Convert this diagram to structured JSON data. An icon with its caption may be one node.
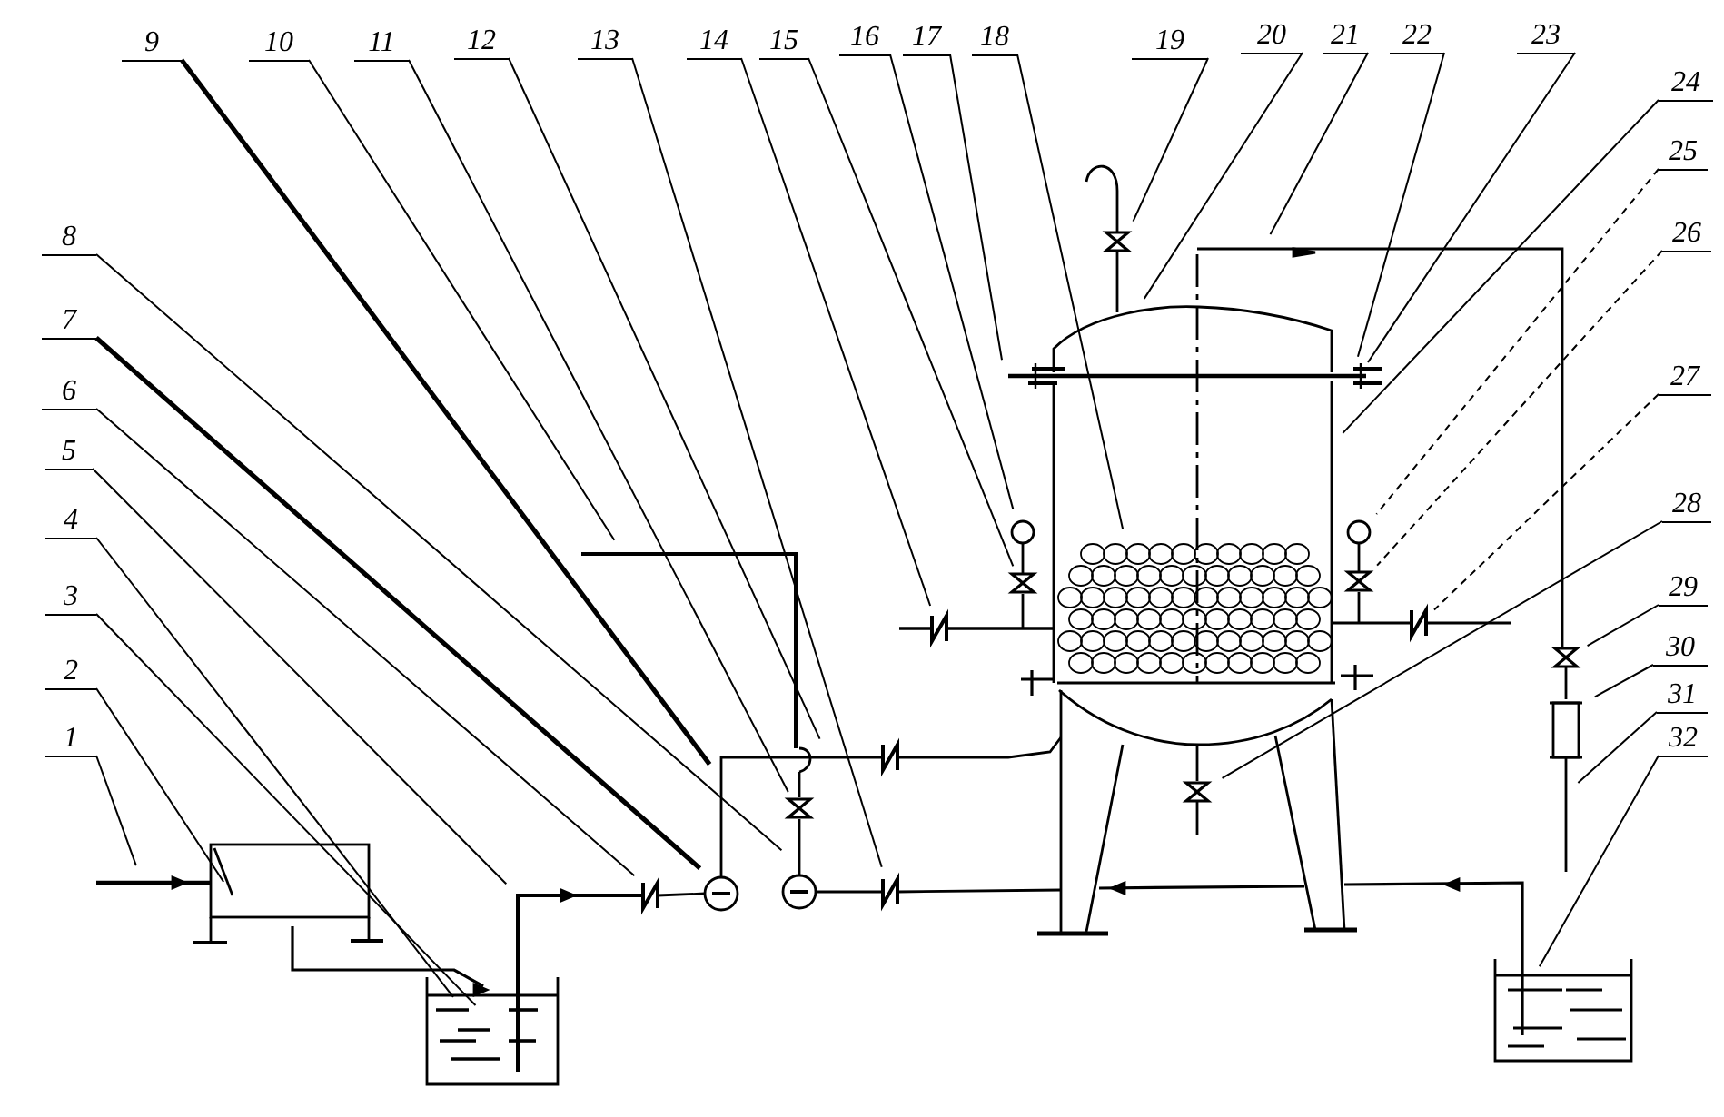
{
  "diagram": {
    "nodes": [
      {
        "text": [
          "1"
        ]
      },
      {
        "text": [
          "2"
        ]
      },
      {
        "text": [
          "3"
        ]
      },
      {
        "text": [
          "4"
        ]
      },
      {
        "text": [
          "5"
        ]
      },
      {
        "text": [
          "6"
        ]
      },
      {
        "text": [
          "7"
        ]
      },
      {
        "text": [
          "8"
        ]
      },
      {
        "text": [
          "9"
        ]
      },
      {
        "text": [
          "10"
        ]
      },
      {
        "text": [
          "11"
        ]
      },
      {
        "text": [
          "12"
        ]
      },
      {
        "text": [
          "13"
        ]
      },
      {
        "text": [
          "14"
        ]
      },
      {
        "text": [
          "15"
        ]
      },
      {
        "text": [
          "16"
        ]
      },
      {
        "text": [
          "17"
        ]
      },
      {
        "text": [
          "18"
        ]
      },
      {
        "text": [
          "19"
        ]
      },
      {
        "text": [
          "20"
        ]
      },
      {
        "text": [
          "21"
        ]
      },
      {
        "text": [
          "22"
        ]
      },
      {
        "text": [
          "23"
        ]
      },
      {
        "text": [
          "24"
        ]
      },
      {
        "text": [
          "25"
        ]
      },
      {
        "text": [
          "26"
        ]
      },
      {
        "text": [
          "27"
        ]
      },
      {
        "text": [
          "28"
        ]
      },
      {
        "text": [
          "29"
        ]
      },
      {
        "text": [
          "30"
        ]
      },
      {
        "text": [
          "31"
        ]
      },
      {
        "text": [
          "32"
        ]
      }
    ],
    "edges": [
      {
        "from": 0,
        "to": null,
        "arrow": "none"
      },
      {
        "from": 1,
        "to": null,
        "arrow": "none"
      },
      {
        "from": 2,
        "to": null,
        "arrow": "none"
      },
      {
        "from": 3,
        "to": null,
        "arrow": "none"
      },
      {
        "from": 4,
        "to": null,
        "arrow": "none"
      },
      {
        "from": 5,
        "to": null,
        "arrow": "none"
      },
      {
        "from": 6,
        "to": null,
        "arrow": "none",
        "style": "thick"
      },
      {
        "from": 7,
        "to": null,
        "arrow": "none"
      },
      {
        "from": 8,
        "to": null,
        "arrow": "none",
        "style": "thick"
      },
      {
        "from": 9,
        "to": null,
        "arrow": "none"
      },
      {
        "from": 10,
        "to": null,
        "arrow": "none"
      },
      {
        "from": 11,
        "to": null,
        "arrow": "none"
      },
      {
        "from": 12,
        "to": null,
        "arrow": "none"
      },
      {
        "from": 13,
        "to": null,
        "arrow": "none"
      },
      {
        "from": 14,
        "to": null,
        "arrow": "none"
      },
      {
        "from": 15,
        "to": null,
        "arrow": "none"
      },
      {
        "from": 16,
        "to": null,
        "arrow": "none"
      },
      {
        "from": 17,
        "to": null,
        "arrow": "none"
      },
      {
        "from": 18,
        "to": null,
        "arrow": "none"
      },
      {
        "from": 19,
        "to": null,
        "arrow": "none"
      },
      {
        "from": 20,
        "to": null,
        "arrow": "none"
      },
      {
        "from": 21,
        "to": null,
        "arrow": "none"
      },
      {
        "from": 22,
        "to": null,
        "arrow": "none"
      },
      {
        "from": 23,
        "to": null,
        "arrow": "none"
      },
      {
        "from": 24,
        "to": null,
        "arrow": "none",
        "style": "dashed"
      },
      {
        "from": 25,
        "to": null,
        "arrow": "none",
        "style": "dashed"
      },
      {
        "from": 26,
        "to": null,
        "arrow": "none",
        "style": "dashed"
      },
      {
        "from": 27,
        "to": null,
        "arrow": "none"
      },
      {
        "from": 28,
        "to": null,
        "arrow": "none"
      },
      {
        "from": 29,
        "to": null,
        "arrow": "none"
      },
      {
        "from": 30,
        "to": null,
        "arrow": "none"
      },
      {
        "from": 31,
        "to": null,
        "arrow": "none"
      }
    ]
  }
}
